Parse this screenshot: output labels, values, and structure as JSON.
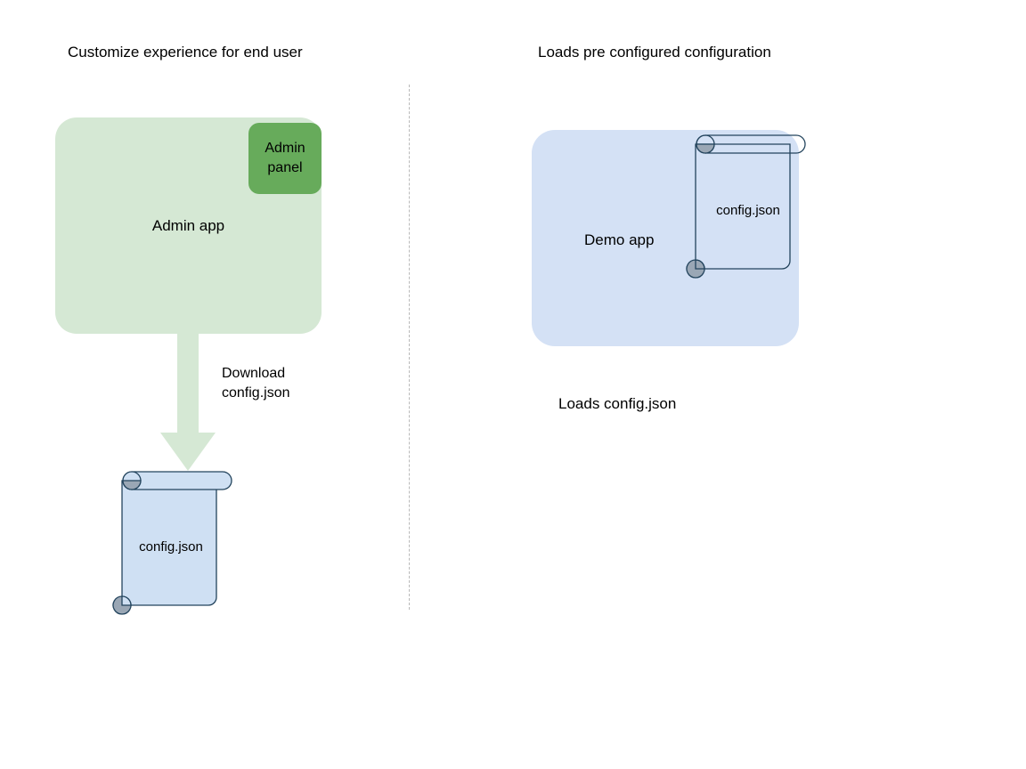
{
  "diagram": {
    "background_color": "#ffffff",
    "columns": {
      "left": {
        "title": "Customize experience for end user",
        "app": {
          "label": "Admin app",
          "fill": "#d5e8d4",
          "chip": {
            "label": "Admin\npanel",
            "line1": "Admin",
            "line2": "panel",
            "fill": "#67ab5b"
          }
        },
        "arrow": {
          "label_line1": "Download",
          "label_line2": "config.json",
          "fill": "#d5e8d4",
          "direction": "down"
        },
        "document": {
          "label": "config.json",
          "fill": "#cfe0f3",
          "stroke": "#23445d",
          "curl_fill": "#9aa7b5"
        }
      },
      "right": {
        "title": "Loads pre configured configuration",
        "app": {
          "label": "Demo app",
          "fill": "#d4e1f5"
        },
        "document": {
          "label": "config.json",
          "fill": "none",
          "stroke": "#23445d",
          "curl_fill": "#9aa7b5"
        },
        "caption": "Loads config.json"
      }
    },
    "divider": {
      "style": "dotted",
      "color": "#b9b9b9"
    }
  }
}
